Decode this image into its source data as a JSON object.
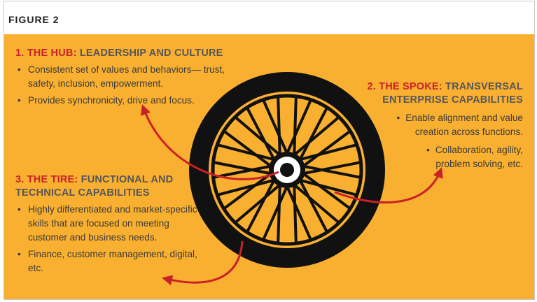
{
  "figure_label": "FIGURE 2",
  "colors": {
    "background": "#f9b030",
    "accent_red": "#c92127",
    "heading_gray": "#555659",
    "text": "#3a3a3a",
    "wheel": "#111111"
  },
  "hub": {
    "number": "1. THE HUB:",
    "title": "LEADERSHIP AND CULTURE",
    "bullets": [
      "Consistent set of values and behaviors— trust, safety, inclusion, empowerment.",
      "Provides synchronicity, drive and focus."
    ]
  },
  "spoke": {
    "number": "2. THE SPOKE:",
    "title_line1": "TRANSVERSAL",
    "title_line2": "ENTERPRISE CAPABILITIES",
    "bullets": [
      "Enable alignment and value creation across functions.",
      "Collaboration, agility, problem solving, etc."
    ]
  },
  "tire": {
    "number": "3. THE TIRE:",
    "title_line1": "FUNCTIONAL AND",
    "title_line2": "TECHNICAL CAPABILITIES",
    "bullets": [
      "Highly differentiated and market-specific skills that are focused on meeting customer and business needs.",
      "Finance, customer management, digital, etc."
    ]
  }
}
